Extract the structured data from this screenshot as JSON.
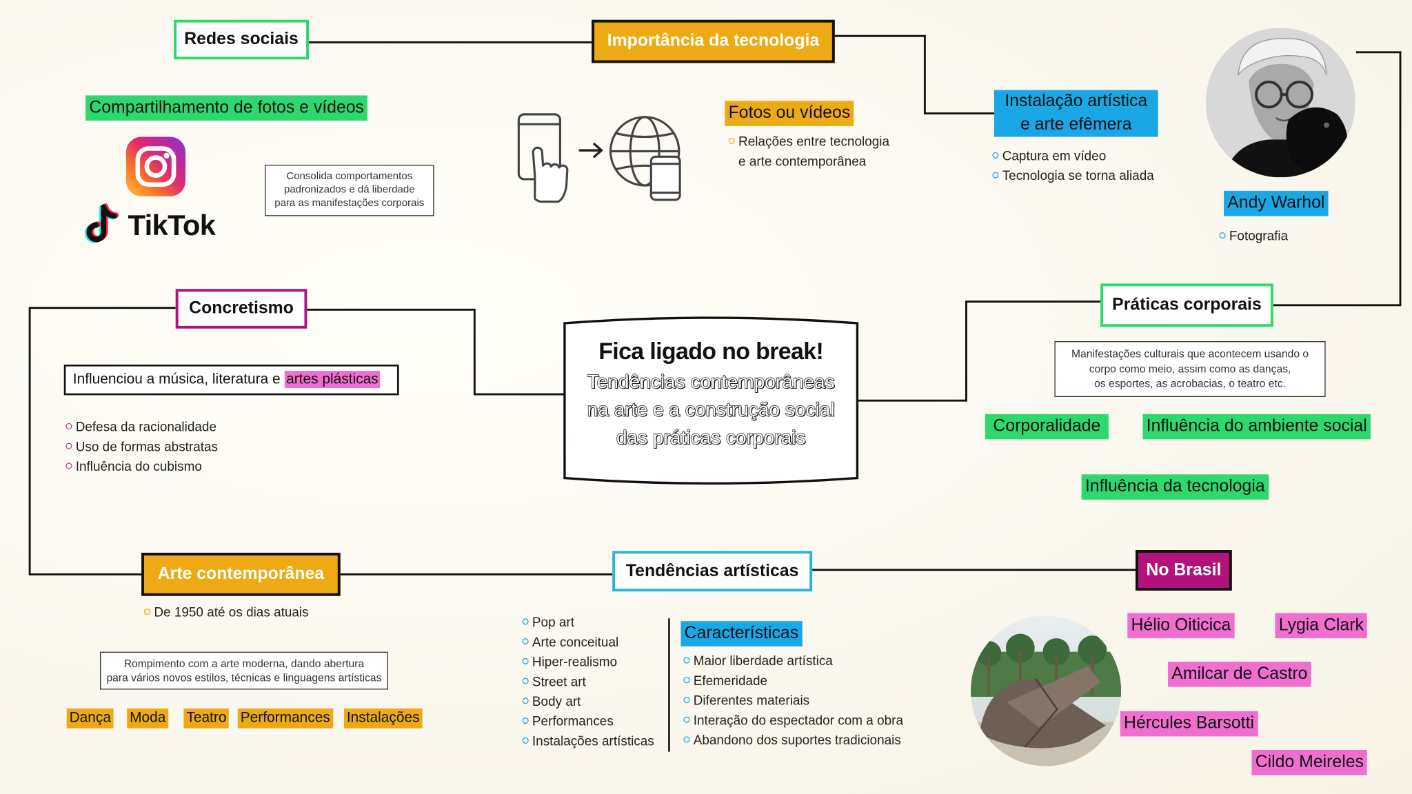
{
  "center": {
    "title": "Fica ligado no break!",
    "subtitle": [
      "Tendências contemporâneas",
      "na arte e a construção social",
      "das práticas corporais"
    ]
  },
  "tech": {
    "title": "Importância da tecnologia",
    "social": "Redes sociais",
    "share": "Compartilhamento de fotos e vídeos",
    "tiktok": "TikTok",
    "note": [
      "Consolida comportamentos",
      "padronizados e dá liberdade",
      "para as manifestações corporais"
    ],
    "photos": "Fotos ou vídeos",
    "photos_bullets": [
      "Relações entre tecnologia",
      "e arte contemporânea"
    ],
    "install": [
      "Instalação artística",
      "e arte efêmera"
    ],
    "install_bullets": [
      "Captura em vídeo",
      "Tecnologia se torna aliada"
    ],
    "warhol": "Andy Warhol",
    "warhol_bullets": [
      "Fotografia"
    ]
  },
  "practices": {
    "title": "Práticas corporais",
    "note": [
      "Manifestações culturais que acontecem usando o",
      "corpo como meio, assim como as danças,",
      "os esportes, as acrobacias, o teatro etc."
    ],
    "tags": [
      "Corporalidade",
      "Influência do ambiente social",
      "Influência da tecnologia"
    ]
  },
  "concretism": {
    "title": "Concretismo",
    "influence": "Influenciou a música, literatura e ",
    "influence_hl": "artes plásticas",
    "bullets": [
      "Defesa da racionalidade",
      "Uso de formas abstratas",
      "Influência do cubismo"
    ]
  },
  "contemporary": {
    "title": "Arte contemporânea",
    "bullets": [
      "De 1950 até os dias atuais"
    ],
    "note": [
      "Rompimento com a arte moderna, dando abertura",
      "para vários novos estilos, técnicas e linguagens artísticas"
    ],
    "tags": [
      "Dança",
      "Moda",
      "Teatro",
      "Performances",
      "Instalações"
    ]
  },
  "trends": {
    "title": "Tendências artísticas",
    "items": [
      "Pop art",
      "Arte conceitual",
      "Hiper-realismo",
      "Street art",
      "Body art",
      "Performances",
      "Instalações artísticas"
    ],
    "features_title": "Características",
    "features": [
      "Maior liberdade artística",
      "Efemeridade",
      "Diferentes materiais",
      "Interação do espectador com a obra",
      "Abandono dos suportes tradicionais"
    ]
  },
  "brazil": {
    "title": "No Brasil",
    "artists": [
      "Hélio Oiticica",
      "Lygia Clark",
      "Amilcar de Castro",
      "Hércules Barsotti",
      "Cildo Meireles"
    ]
  },
  "colors": {
    "green": "#2ed86e",
    "orange": "#eeaa14",
    "blue": "#1aa7e6",
    "pink": "#ef6ed0",
    "purple": "#b3127d",
    "teal": "#27b5d8"
  },
  "icons": [
    "instagram-icon",
    "tiktok-icon",
    "phone-touch-icon",
    "arrow-right-icon",
    "globe-device-icon"
  ]
}
